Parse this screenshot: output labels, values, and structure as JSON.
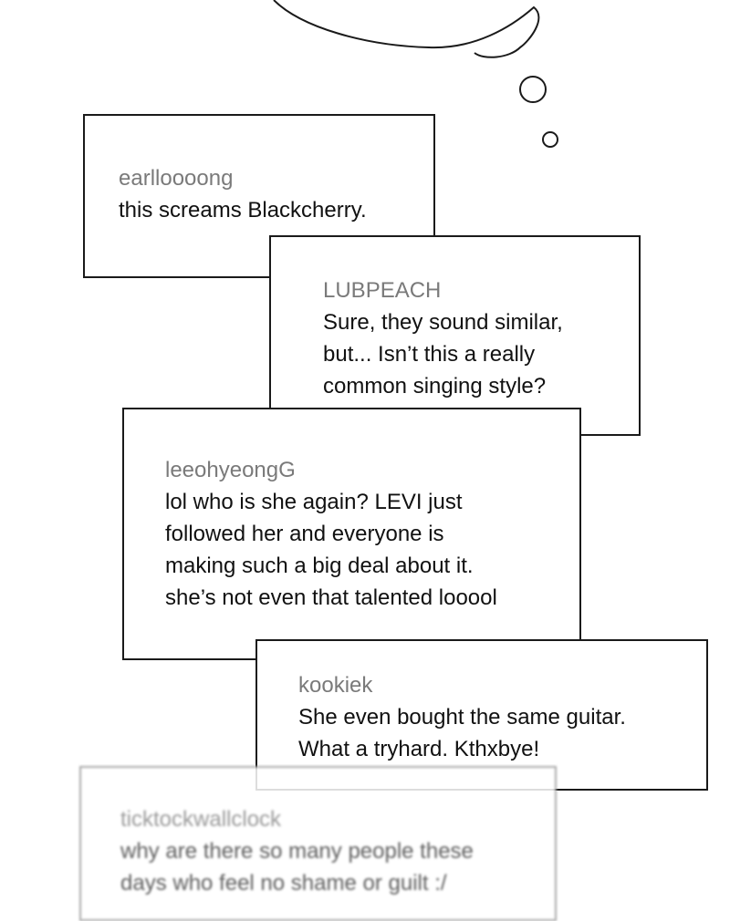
{
  "comments": [
    {
      "username": "earlloooong",
      "text": "this screams Blackcherry."
    },
    {
      "username": "LUBPEACH",
      "text": "Sure, they sound similar,\nbut... Isn’t this a really\ncommon singing style?"
    },
    {
      "username": "leeohyeongG",
      "text": "lol who is she again? LEVI just\nfollowed her and everyone is\nmaking such a big deal about it.\nshe’s not even that talented looool"
    },
    {
      "username": "kookiek",
      "text": "She even bought the same guitar.\nWhat a tryhard. Kthxbye!"
    },
    {
      "username": "ticktockwallclock",
      "text": "why are there so many people these\ndays who feel no shame or guilt :/"
    }
  ]
}
